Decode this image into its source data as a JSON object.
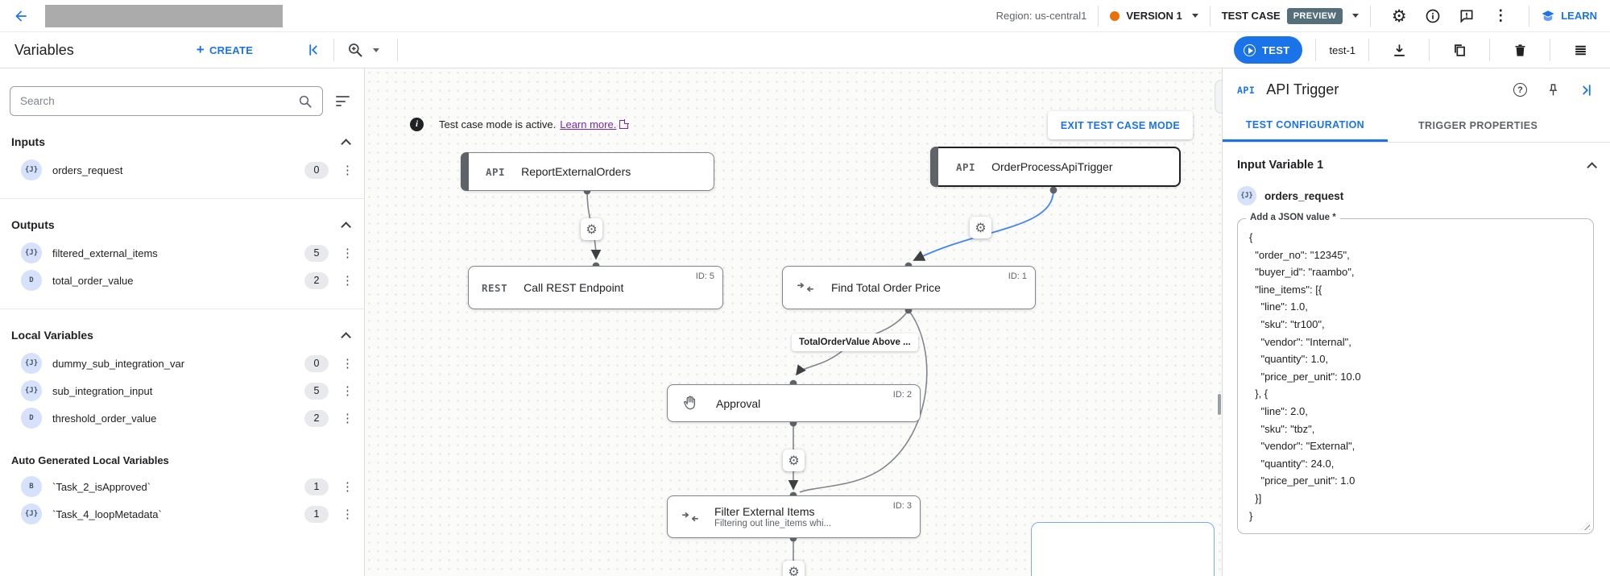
{
  "topbar": {
    "region_label": "Region: us-central1",
    "version_label": "VERSION 1",
    "test_case_label": "TEST CASE",
    "preview_badge": "PREVIEW",
    "learn_label": "LEARN"
  },
  "toolbar": {
    "title": "Variables",
    "create_label": "CREATE",
    "test_button_label": "TEST",
    "test_case_name": "test-1"
  },
  "sidebar": {
    "search_placeholder": "Search",
    "sections": [
      {
        "title": "Inputs",
        "items": [
          {
            "type_label": "{J}",
            "name": "orders_request",
            "count": "0"
          }
        ]
      },
      {
        "title": "Outputs",
        "items": [
          {
            "type_label": "{J}",
            "name": "filtered_external_items",
            "count": "5"
          },
          {
            "type_label": "D",
            "name": "total_order_value",
            "count": "2"
          }
        ]
      },
      {
        "title": "Local Variables",
        "items": [
          {
            "type_label": "{J}",
            "name": "dummy_sub_integration_var",
            "count": "0"
          },
          {
            "type_label": "{J}",
            "name": "sub_integration_input",
            "count": "5"
          },
          {
            "type_label": "D",
            "name": "threshold_order_value",
            "count": "2"
          }
        ]
      },
      {
        "title": "Auto Generated Local Variables",
        "items": [
          {
            "type_label": "B",
            "name": "`Task_2_isApproved`",
            "count": "1"
          },
          {
            "type_label": "{J}",
            "name": "`Task_4_loopMetadata`",
            "count": "1"
          }
        ]
      }
    ]
  },
  "canvas": {
    "banner": {
      "message": "Test case mode is active.",
      "link_label": "Learn more.",
      "exit_button": "EXIT TEST CASE MODE"
    },
    "edge_label": "TotalOrderValue Above ...",
    "nodes": [
      {
        "icon_label": "API",
        "title": "ReportExternalOrders"
      },
      {
        "icon_label": "API",
        "title": "OrderProcessApiTrigger"
      },
      {
        "icon_label": "REST",
        "title": "Call REST Endpoint",
        "id_label": "ID: 5"
      },
      {
        "title": "Find Total Order Price",
        "id_label": "ID: 1"
      },
      {
        "title": "Approval",
        "id_label": "ID: 2"
      },
      {
        "title": "Filter External Items",
        "subtitle": "Filtering out line_items whi...",
        "id_label": "ID: 3"
      }
    ]
  },
  "panel": {
    "icon_label": "API",
    "title": "API Trigger",
    "tabs": [
      {
        "label": "TEST CONFIGURATION"
      },
      {
        "label": "TRIGGER PROPERTIES"
      }
    ],
    "section_title": "Input Variable 1",
    "variable": {
      "type_label": "{J}",
      "name": "orders_request"
    },
    "field_label": "Add a JSON value *",
    "field_value": "{\n  \"order_no\": \"12345\",\n  \"buyer_id\": \"raambo\",\n  \"line_items\": [{\n    \"line\": 1.0,\n    \"sku\": \"tr100\",\n    \"vendor\": \"Internal\",\n    \"quantity\": 1.0,\n    \"price_per_unit\": 10.0\n  }, {\n    \"line\": 2.0,\n    \"sku\": \"tbz\",\n    \"vendor\": \"External\",\n    \"quantity\": 24.0,\n    \"price_per_unit\": 1.0\n  }]\n}"
  },
  "colors": {
    "accent_blue": "#1a73e8",
    "version_dot_orange": "#e8710a",
    "preview_badge_bg": "#546e7a",
    "learn_more_purple": "#7627bb",
    "edge_blue": "#4285f4",
    "node_border_gray": "#80868b"
  }
}
